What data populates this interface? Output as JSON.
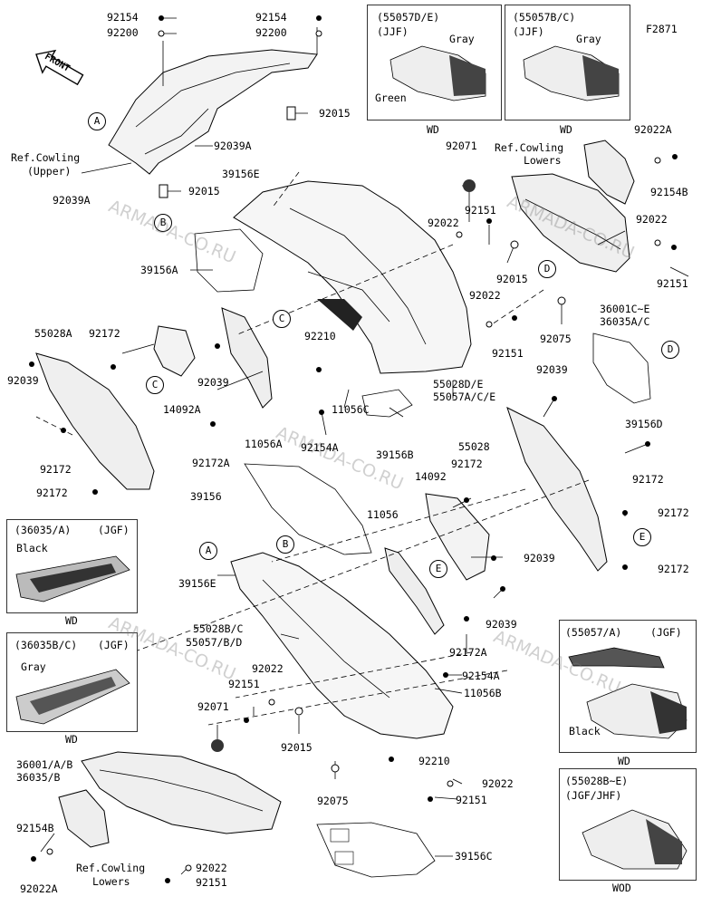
{
  "figure_code": "F2871",
  "front_label": "FRONT",
  "watermark": "ARMADA-CO.RU",
  "callout_letters": [
    "A",
    "B",
    "C",
    "D",
    "E"
  ],
  "parts": {
    "p92154_a": "92154",
    "p92200_a": "92200",
    "p92154_b": "92154",
    "p92200_b": "92200",
    "p92015_a": "92015",
    "p92039A_a": "92039A",
    "ref_cowling_upper_1": "Ref.Cowling",
    "ref_cowling_upper_2": "(Upper)",
    "p92039A_b": "92039A",
    "p92015_b": "92015",
    "p39156E_a": "39156E",
    "p39156A": "39156A",
    "p92071_a": "92071",
    "p92022_a": "92022",
    "p92151_a": "92151",
    "p92015_c": "92015",
    "ref_cowling_lowers_1": "Ref.Cowling",
    "ref_cowling_lowers_2": "Lowers",
    "p92022A_a": "92022A",
    "p92154B_a": "92154B",
    "p92022_b": "92022",
    "p92151_b": "92151",
    "p36001CE": "36001C~E",
    "p36035AC": "36035A/C",
    "p92022_c": "92022",
    "p92151_c": "92151",
    "p92075_a": "92075",
    "p55028A": "55028A",
    "p92172_a": "92172",
    "p92039_a": "92039",
    "p14092A": "14092A",
    "p92039_b": "92039",
    "p92210_a": "92210",
    "p11056C": "11056C",
    "p92154A_a": "92154A",
    "p11056A": "11056A",
    "p55028DE": "55028D/E",
    "p55057ACE": "55057A/C/E",
    "p39156B": "39156B",
    "p39156D": "39156D",
    "p92039_c": "92039",
    "p55028": "55028",
    "p92172_b": "92172",
    "p92172_c": "92172",
    "p92172A_a": "92172A",
    "p14092": "14092",
    "p92172_d": "92172",
    "p11056": "11056",
    "p39156": "39156",
    "p92172_e": "92172",
    "p92039_d": "92039",
    "p92172_f": "92172",
    "p39156E_b": "39156E",
    "p92039_e": "92039",
    "p55028BC": "55028B/C",
    "p55057BD": "55057/B/D",
    "p92172A_b": "92172A",
    "p92154A_b": "92154A",
    "p11056B": "11056B",
    "p92022_d": "92022",
    "p92151_d": "92151",
    "p92071_b": "92071",
    "p92015_d": "92015",
    "p92210_b": "92210",
    "p92022_e": "92022",
    "p92151_e": "92151",
    "p36001AB": "36001/A/B",
    "p36035B": "36035/B",
    "p92075_b": "92075",
    "p92154B_b": "92154B",
    "p92022A_b": "92022A",
    "ref_cowling_lowers_3": "Ref.Cowling",
    "ref_cowling_lowers_4": "Lowers",
    "p92022_f": "92022",
    "p92151_f": "92151",
    "p39156C": "39156C"
  },
  "insets": {
    "box1": {
      "code": "(55057D/E)",
      "sub": "(JJF)",
      "color1": "Gray",
      "color2": "Green",
      "footer": "WD"
    },
    "box2": {
      "code": "(55057B/C)",
      "sub": "(JJF)",
      "color1": "Gray",
      "footer": "WD"
    },
    "box3": {
      "code": "(36035/A)",
      "sub": "(JGF)",
      "color1": "Black",
      "footer": "WD"
    },
    "box4": {
      "code": "(36035B/C)",
      "sub": "(JGF)",
      "color1": "Gray",
      "footer": "WD"
    },
    "box5": {
      "code": "(55057/A)",
      "sub": "(JGF)",
      "color1": "Black",
      "footer": "WD"
    },
    "box6": {
      "code": "(55028B~E)",
      "sub": "(JGF/JHF)",
      "footer": "WOD"
    }
  }
}
